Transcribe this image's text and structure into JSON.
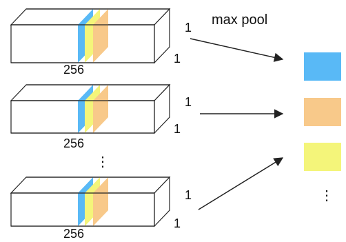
{
  "title": "max pool",
  "blocks": [
    {
      "depth_label": "256",
      "height_label": "1",
      "width_label": "1",
      "slice_colors": [
        "#59b9f6",
        "#f4f57a",
        "#f8c98a"
      ]
    },
    {
      "depth_label": "256",
      "height_label": "1",
      "width_label": "1",
      "slice_colors": [
        "#59b9f6",
        "#f4f57a",
        "#f8c98a"
      ]
    },
    {
      "depth_label": "256",
      "height_label": "1",
      "width_label": "1",
      "slice_colors": [
        "#59b9f6",
        "#f4f57a",
        "#f8c98a"
      ]
    }
  ],
  "between_blocks_ellipsis": "⋮",
  "outputs": [
    {
      "color": "#59b9f6"
    },
    {
      "color": "#f8c98a"
    },
    {
      "color": "#f4f57a"
    }
  ],
  "outputs_ellipsis": "⋮",
  "colors": {
    "stroke": "#222222",
    "face": "#ffffff",
    "blue": "#59b9f6",
    "orange": "#f8c98a",
    "yellow": "#f4f57a"
  }
}
